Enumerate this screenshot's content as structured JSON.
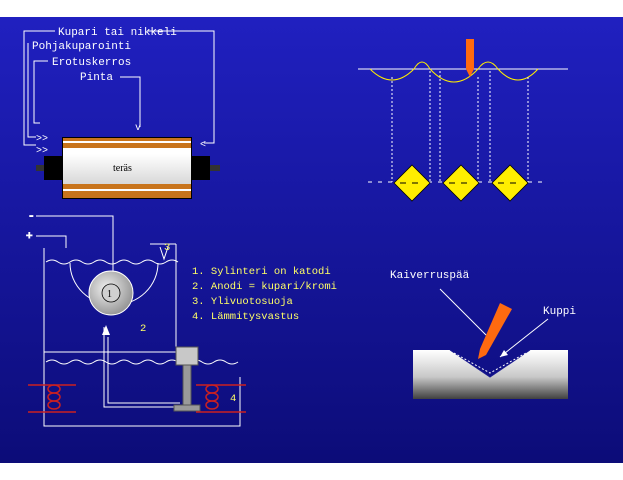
{
  "layers": {
    "labels": [
      "Kupari tai nikkeli",
      "Pohjakuparointi",
      "Erotuskerros",
      "Pinta"
    ],
    "core": "teräs"
  },
  "bath": {
    "marker_1": "1",
    "marker_2": "2",
    "marker_3": "3",
    "marker_4": "4",
    "minus": "-",
    "plus": "+"
  },
  "legend": [
    "1. Sylinteri on katodi",
    "2. Anodi = kupari/kromi",
    "3. Ylivuotosuoja",
    "4. Lämmitysvastus"
  ],
  "engraving": {
    "tool": "Kaiverruspää",
    "cup": "Kuppi"
  },
  "colors": {
    "background_top": "#1a1ab0",
    "background_bottom": "#0a0a6e",
    "copper": "#c8741c",
    "diamond": "#ffee00",
    "stylus": "#ff6a10",
    "text": "#ffffff",
    "accent_text": "#ffff66"
  }
}
